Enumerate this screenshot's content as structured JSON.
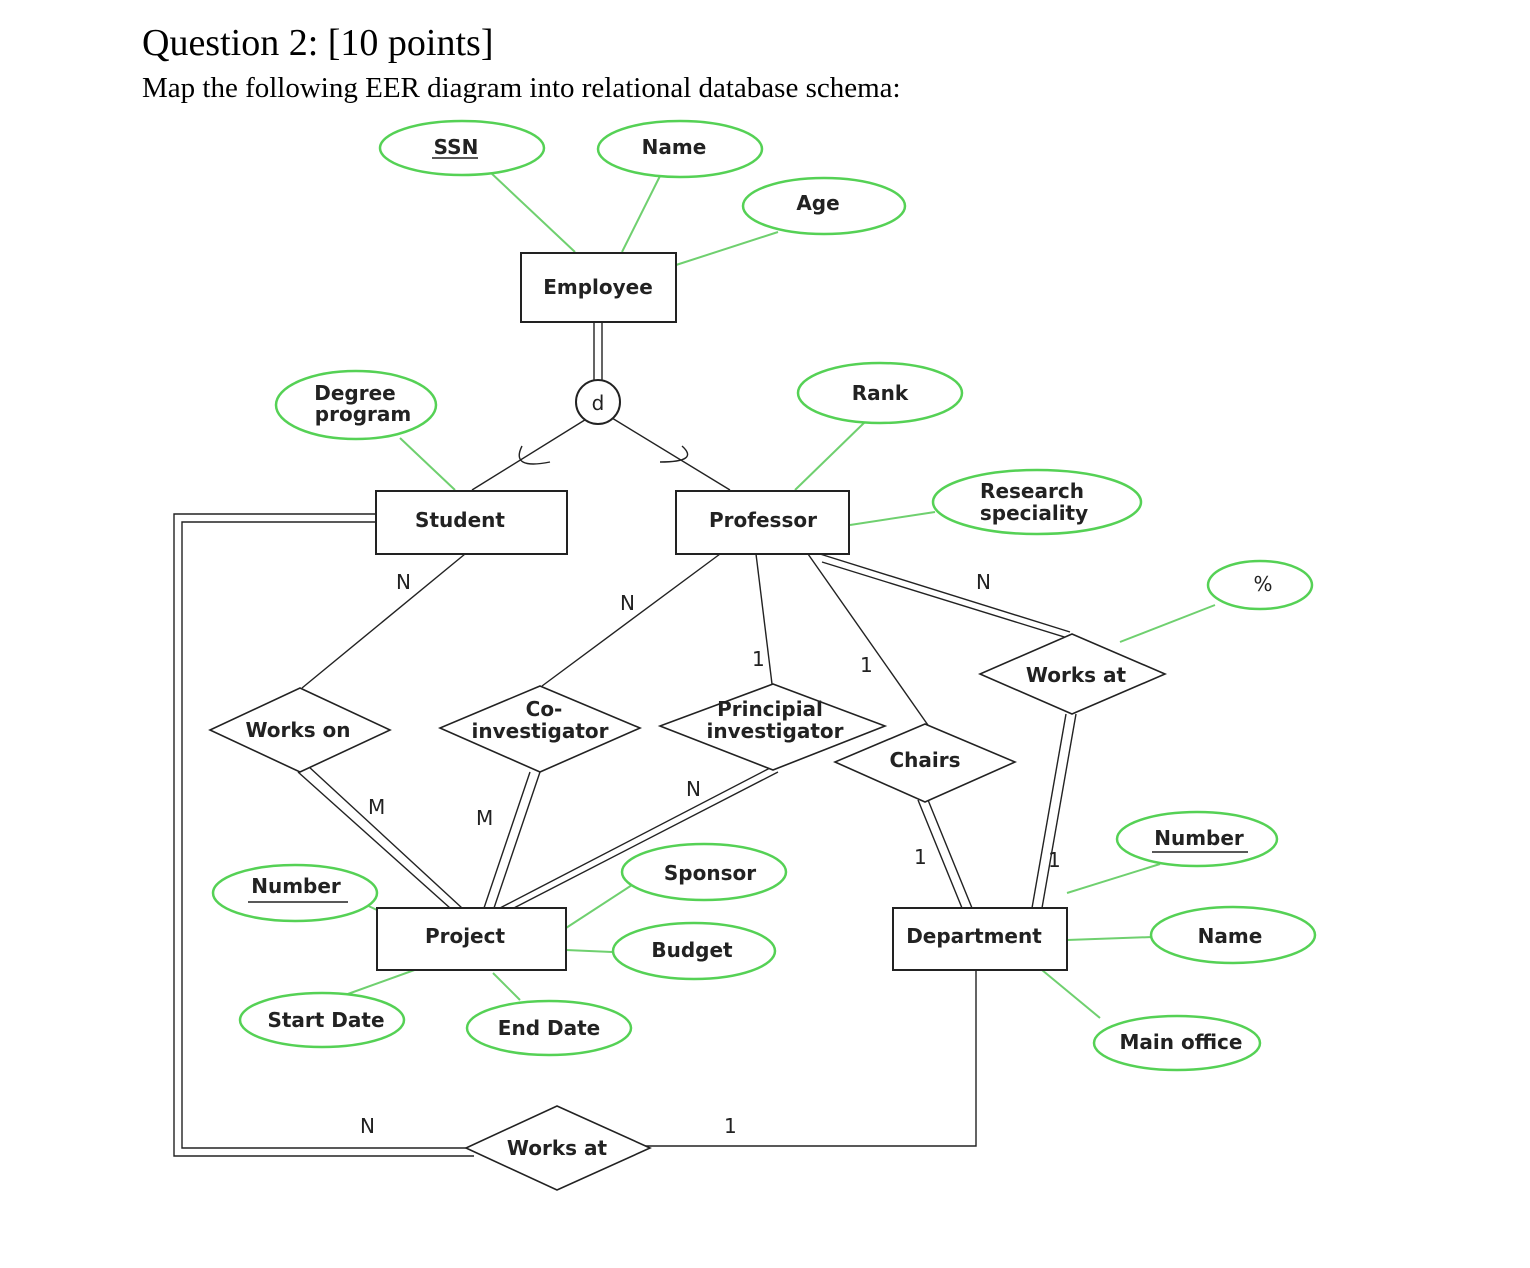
{
  "question": {
    "title": "Question 2: [10 points]",
    "instruction": "Map the following EER diagram into relational database schema:"
  },
  "diagram": {
    "entities": {
      "employee": "Employee",
      "student": "Student",
      "professor": "Professor",
      "project": "Project",
      "department": "Department"
    },
    "relationships": {
      "works_on": "Works on",
      "co_investigator": [
        "Co-",
        "investigator"
      ],
      "principal_investigator": [
        "Principial",
        "investigator"
      ],
      "chairs": "Chairs",
      "works_at_professor": "Works at",
      "works_at_student": "Works at"
    },
    "attributes": {
      "ssn": "SSN",
      "emp_name": "Name",
      "age": "Age",
      "rank": "Rank",
      "degree_program": [
        "Degree",
        "program"
      ],
      "research_speciality": [
        "Research",
        "speciality"
      ],
      "percent": "%",
      "project_number": "Number",
      "sponsor": "Sponsor",
      "budget": "Budget",
      "start_date": "Start Date",
      "end_date": "End Date",
      "dept_number": "Number",
      "dept_name": "Name",
      "main_office": "Main office"
    },
    "specialization": "d",
    "cardinalities": {
      "student_works_on": "N",
      "project_works_on": "M",
      "prof_co_investigator": "N",
      "project_co_investigator": "M",
      "prof_principal": "1",
      "project_principal": "N",
      "prof_chairs": "1",
      "dept_chairs": "1",
      "prof_works_at": "N",
      "dept_works_at": "1",
      "student_works_at": "N",
      "dept_works_at_student": "1"
    },
    "colors": {
      "attribute_outline": "#55d155",
      "attribute_link": "#6fd06f",
      "shape_outline": "#222222"
    }
  }
}
